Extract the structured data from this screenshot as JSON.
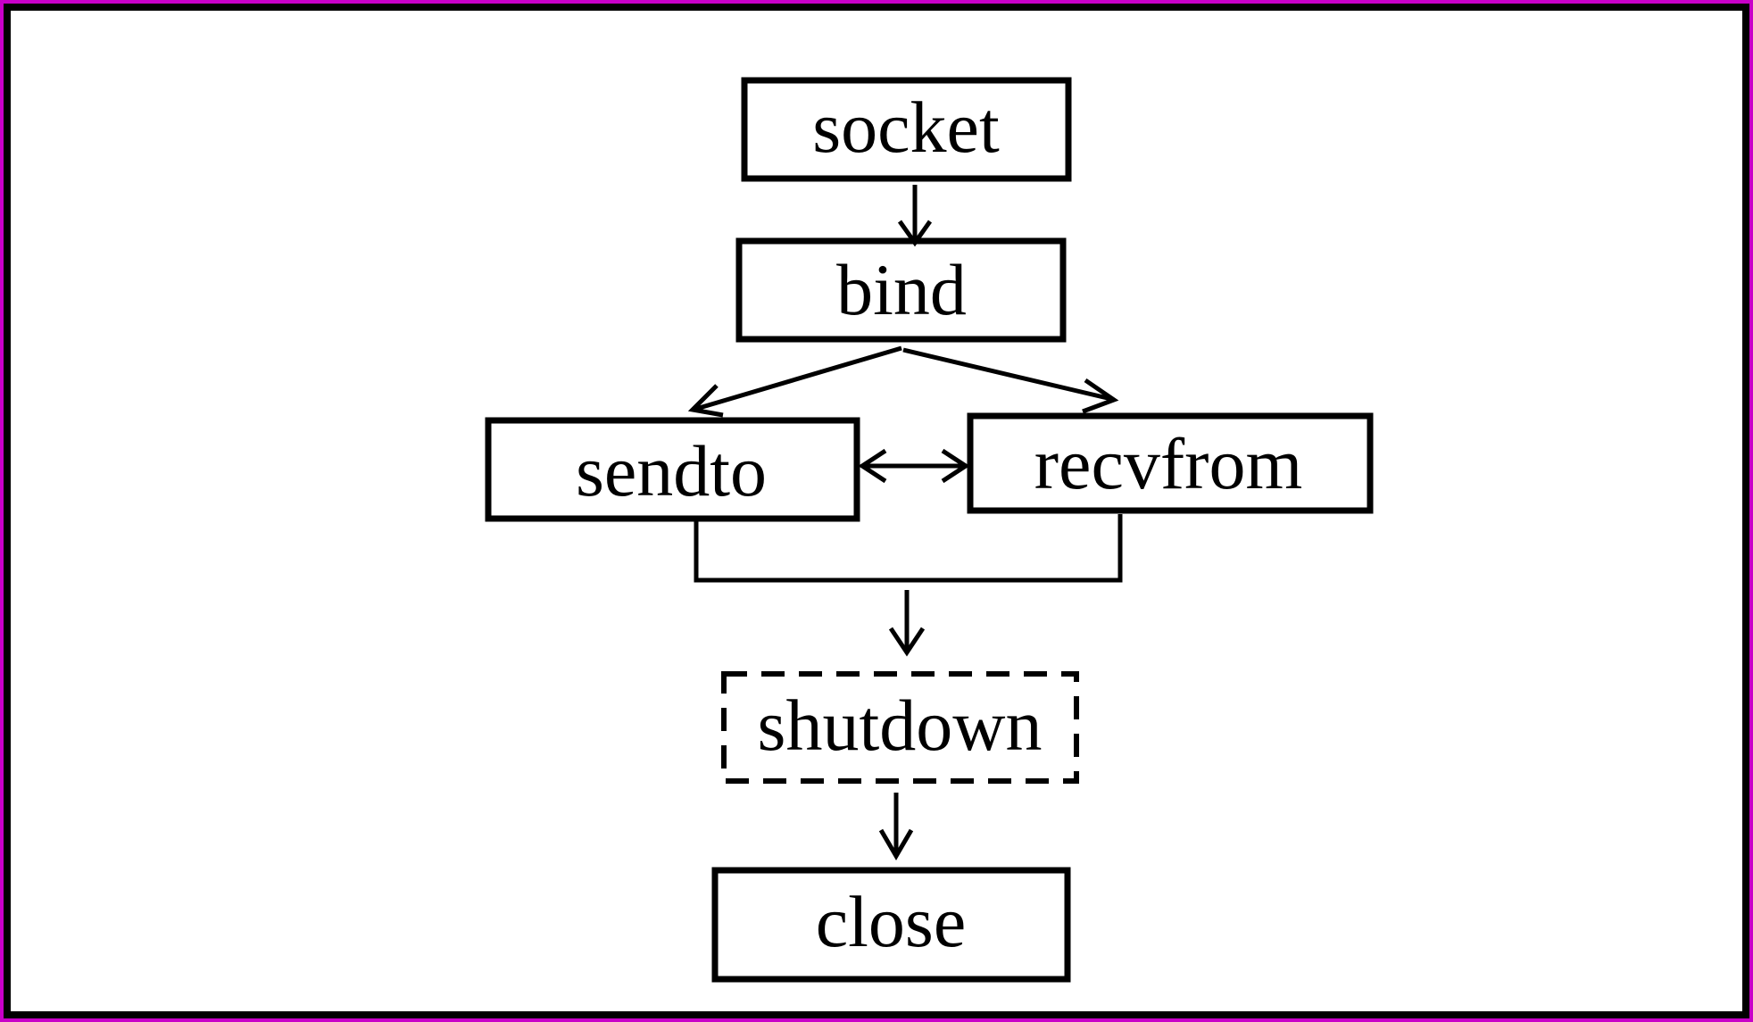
{
  "diagram": {
    "nodes": {
      "socket": "socket",
      "bind": "bind",
      "sendto": "sendto",
      "recvfrom": "recvfrom",
      "shutdown": "shutdown",
      "close": "close"
    },
    "optional_nodes": [
      "shutdown"
    ],
    "edges": [
      {
        "from": "socket",
        "to": "bind"
      },
      {
        "from": "bind",
        "to": "sendto"
      },
      {
        "from": "bind",
        "to": "recvfrom"
      },
      {
        "from": "sendto",
        "to": "recvfrom",
        "bidirectional": true
      },
      {
        "from": "sendto+recvfrom",
        "to": "shutdown"
      },
      {
        "from": "shutdown",
        "to": "close"
      }
    ],
    "colors": {
      "border_outer": "#c800c8",
      "border_inner": "#000000",
      "stroke": "#000000",
      "background": "#ffffff"
    }
  }
}
